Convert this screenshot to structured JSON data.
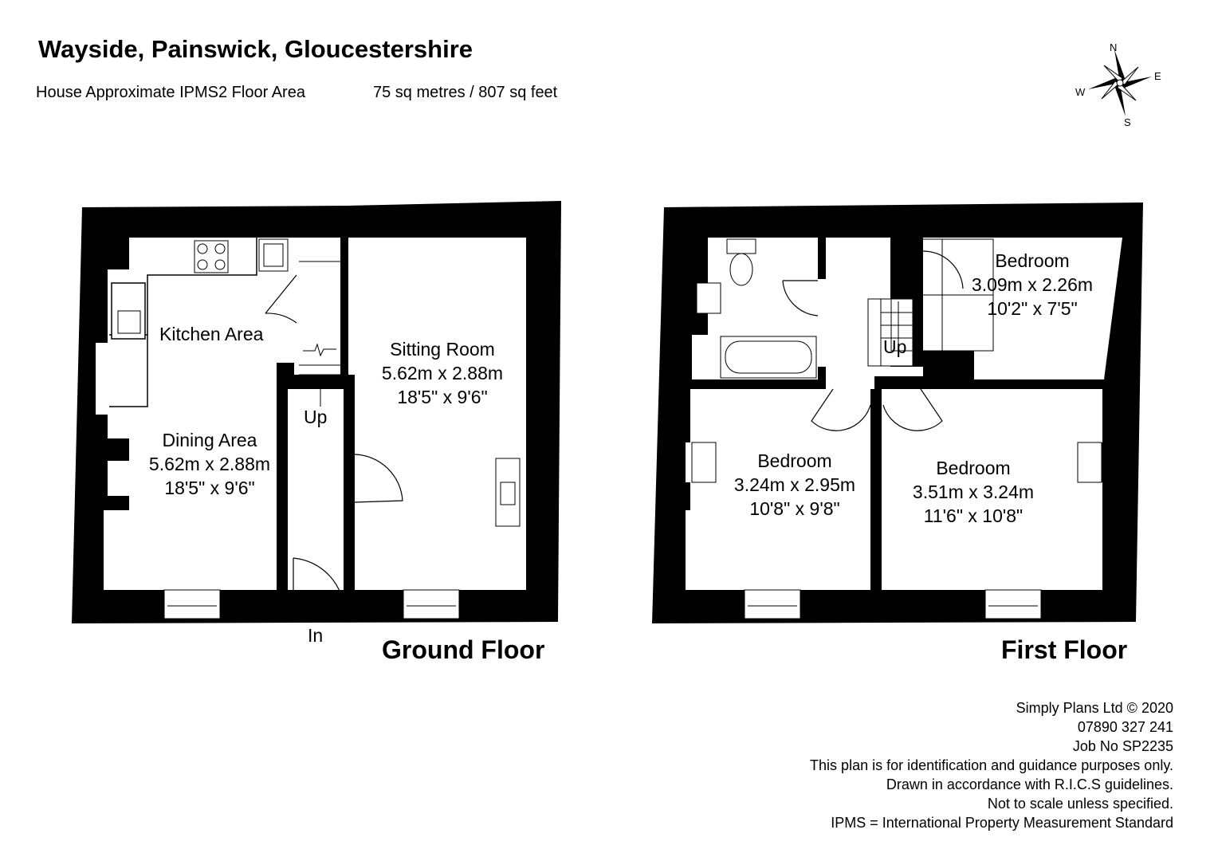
{
  "header": {
    "title": "Wayside, Painswick, Gloucestershire",
    "area_label": "House Approximate IPMS2 Floor Area",
    "area_value": "75 sq metres / 807 sq feet"
  },
  "compass": {
    "n": "N",
    "e": "E",
    "s": "S",
    "w": "W"
  },
  "ground_floor": {
    "label": "Ground Floor",
    "kitchen": {
      "name": "Kitchen Area"
    },
    "dining": {
      "name": "Dining Area",
      "metric": "5.62m x 2.88m",
      "imperial": "18'5\" x 9'6\""
    },
    "sitting": {
      "name": "Sitting Room",
      "metric": "5.62m x 2.88m",
      "imperial": "18'5\" x 9'6\""
    },
    "stairs_label": "Up",
    "entrance_label": "In"
  },
  "first_floor": {
    "label": "First Floor",
    "bedroom_small": {
      "name": "Bedroom",
      "metric": "3.09m x 2.26m",
      "imperial": "10'2\" x 7'5\""
    },
    "bedroom_left": {
      "name": "Bedroom",
      "metric": "3.24m x 2.95m",
      "imperial": "10'8\" x 9'8\""
    },
    "bedroom_right": {
      "name": "Bedroom",
      "metric": "3.51m x 3.24m",
      "imperial": "11'6\" x 10'8\""
    },
    "stairs_label": "Up"
  },
  "footer": {
    "line1": "Simply Plans Ltd © 2020",
    "line2": "07890 327 241",
    "line3": "Job No SP2235",
    "line4": "This plan is for identification and guidance purposes only.",
    "line5": "Drawn in accordance with R.I.C.S guidelines.",
    "line6": "Not to scale unless specified.",
    "line7": "IPMS = International Property Measurement Standard"
  }
}
